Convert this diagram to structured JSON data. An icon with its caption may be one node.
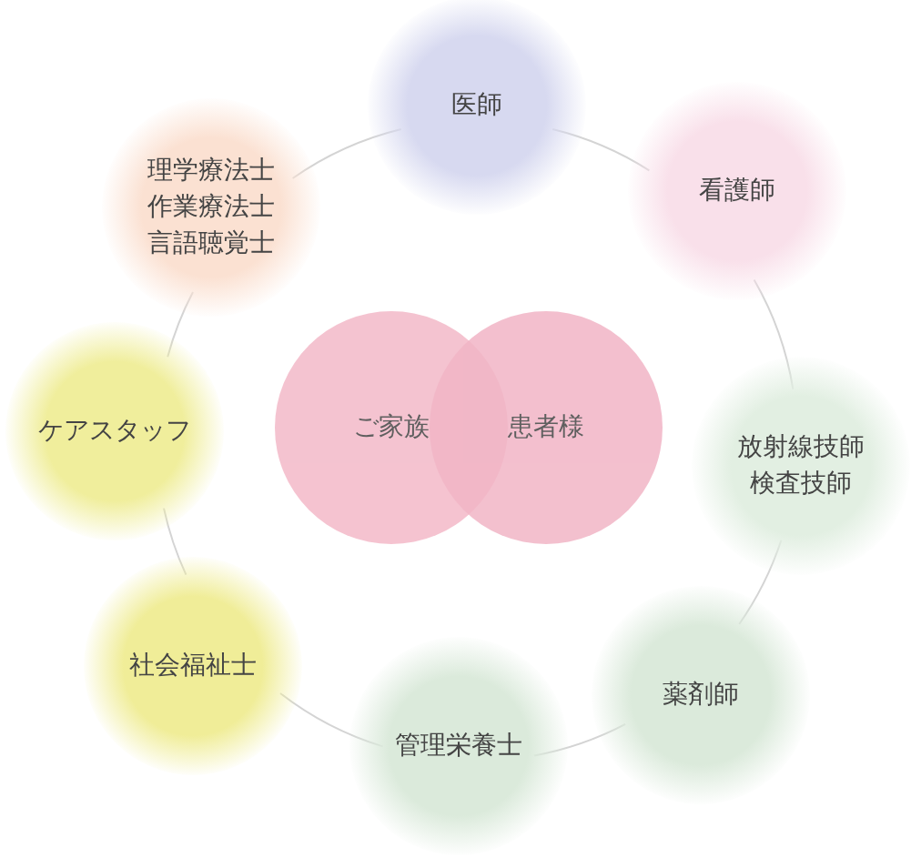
{
  "diagram": {
    "nodes": [
      {
        "text": [
          "医師"
        ]
      },
      {
        "text": [
          "理学療法士",
          "作業療法士",
          "言語聴覚士"
        ]
      },
      {
        "text": [
          "看護師"
        ]
      },
      {
        "text": [
          "ご家族"
        ]
      },
      {
        "text": [
          "患者様"
        ]
      },
      {
        "text": [
          "ケアスタッフ"
        ]
      },
      {
        "text": [
          "放射線技師",
          "検査技師"
        ]
      },
      {
        "text": [
          "社会福祉士"
        ]
      },
      {
        "text": [
          "薬剤師"
        ]
      },
      {
        "text": [
          "管理栄養士"
        ]
      }
    ],
    "edges": [
      {
        "from": 0,
        "to": 2,
        "arrow": "none"
      },
      {
        "from": 2,
        "to": 6,
        "arrow": "none"
      },
      {
        "from": 6,
        "to": 8,
        "arrow": "none"
      },
      {
        "from": 8,
        "to": 9,
        "arrow": "none"
      },
      {
        "from": 9,
        "to": 7,
        "arrow": "none"
      },
      {
        "from": 7,
        "to": 5,
        "arrow": "none"
      },
      {
        "from": 5,
        "to": 1,
        "arrow": "none"
      },
      {
        "from": 1,
        "to": 0,
        "arrow": "none"
      }
    ]
  }
}
